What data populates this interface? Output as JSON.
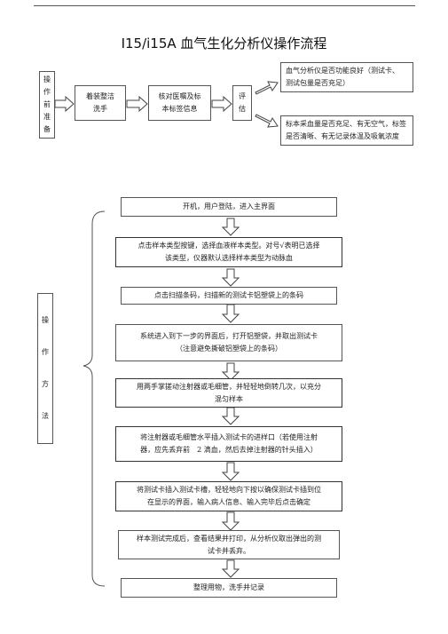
{
  "title": "I15/i15A 血气生化分析仪操作流程",
  "prep": {
    "label_chars": [
      "操",
      "作",
      "前",
      "准",
      "备"
    ],
    "wash_hands": "洗手",
    "wash_prefix": "着装整洁",
    "verify_line1": "核对医嘱及标",
    "verify_line2": "本标签信息",
    "evaluate_chars": [
      "评",
      "估"
    ],
    "eval_top_line1": "血气分析仪是否功能良好（测试卡、",
    "eval_top_line2": "测试包量是否充足）",
    "eval_bottom_line1": "标本采血量是否充足、有无空气，标签",
    "eval_bottom_line2": "是否清晰、有无记录体温及吸氧浓度"
  },
  "method": {
    "label_chars": [
      "操",
      "作",
      "方",
      "法"
    ],
    "steps": [
      {
        "line1": "开机，用户登陆，进入主界面",
        "line2": ""
      },
      {
        "line1": "点击样本类型按键，选择血液样本类型。对号√表明已选择",
        "line2": "该类型，仪器默认选择样本类型为动脉血"
      },
      {
        "line1": "点击扫描条码，扫描新的测试卡铝塑袋上的条码",
        "line2": ""
      },
      {
        "line1": "系统进入到下一步的界面后，打开铝塑袋，并取出测试卡",
        "line2": "（注意避免撕破铝塑袋上的条码）"
      },
      {
        "line1": "用两手掌搓动注射器或毛细管，并轻轻地倒转几次，以充分",
        "line2": "混匀样本"
      },
      {
        "line1": "将注射器或毛细管水平插入测试卡的进样口（若使用注射",
        "line2": "器，应先丢弃前　2 滴血，然后去掉注射器的针头插入）"
      },
      {
        "line1": "将测试卡插入测试卡槽，轻轻地向下按以确保测试卡插到位",
        "line2": "在显示的界面，输入病人信息、输入完毕后点击确定"
      },
      {
        "line1": "样本测试完成后，查看结果并打印，从分析仪取出弹出的测",
        "line2": "试卡并丢弃。"
      },
      {
        "line1": "整理用物，洗手并记录",
        "line2": ""
      }
    ]
  }
}
